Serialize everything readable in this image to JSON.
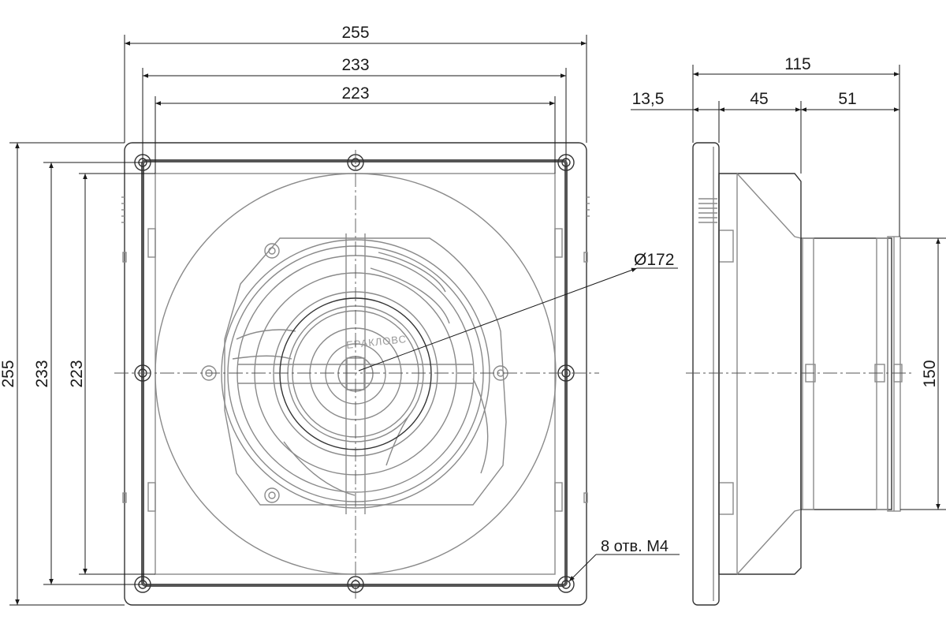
{
  "front_view": {
    "width_outer": "255",
    "width_mid": "233",
    "width_inner": "223",
    "height_outer": "255",
    "height_mid": "233",
    "height_inner": "223",
    "diameter": "Ø172",
    "holes_note": "8 отв. М4",
    "brand": "ЕРАКЛОВС"
  },
  "side_view": {
    "depth_total": "115",
    "flange_thickness": "13,5",
    "body_depth": "45",
    "spigot_depth": "51",
    "spigot_diameter": "150"
  }
}
